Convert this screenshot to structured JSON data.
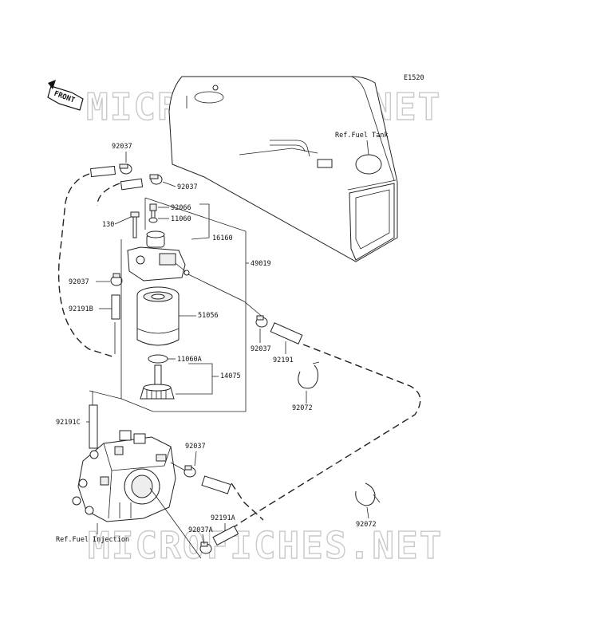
{
  "diagram_code": "E1520",
  "front_arrow": "FRONT",
  "watermark_text": "MICROFICHES.NET",
  "refs": {
    "fuel_tank": "Ref.Fuel Tank",
    "fuel_injection": "Ref.Fuel Injection"
  },
  "parts": {
    "p92037_top": "92037",
    "p92037_tank": "92037",
    "p130": "130",
    "p92066": "92066",
    "p11060": "11060",
    "p16160": "16160",
    "p49019": "49019",
    "p92037_left": "92037",
    "p92191B": "92191B",
    "p51056": "51056",
    "p92037_mid": "92037",
    "p92191": "92191",
    "p11060A": "11060A",
    "p14075": "14075",
    "p92072_a": "92072",
    "p92191C": "92191C",
    "p92037_pump": "92037",
    "p92191A": "92191A",
    "p92037A": "92037A",
    "p92072_b": "92072"
  }
}
